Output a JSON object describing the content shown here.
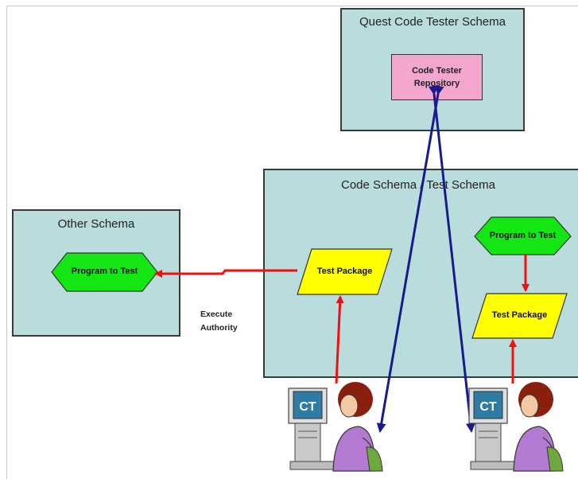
{
  "quest_schema": {
    "title": "Quest Code Tester Schema"
  },
  "repository": {
    "line1": "Code Tester",
    "line2": "Repository"
  },
  "code_schema": {
    "title": "Code Schema / Test Schema",
    "test_package_left": "Test Package",
    "program_right": "Program to Test",
    "test_package_right": "Test Package"
  },
  "other_schema": {
    "title": "Other Schema",
    "program": "Program to Test"
  },
  "execute_authority": {
    "line1": "Execute",
    "line2": "Authority"
  },
  "users": [
    {
      "monitor_logo": "CT"
    },
    {
      "monitor_logo": "CT"
    }
  ],
  "colors": {
    "schema_fill": "#b9dcdc",
    "repository_fill": "#f4a6cf",
    "program_fill": "#14e614",
    "package_fill": "#ffff00",
    "red_arrow": "#f01010",
    "blue_arrow": "#1a1a8c",
    "person_shirt": "#b47ad2",
    "person_hair": "#8b1f0e"
  }
}
